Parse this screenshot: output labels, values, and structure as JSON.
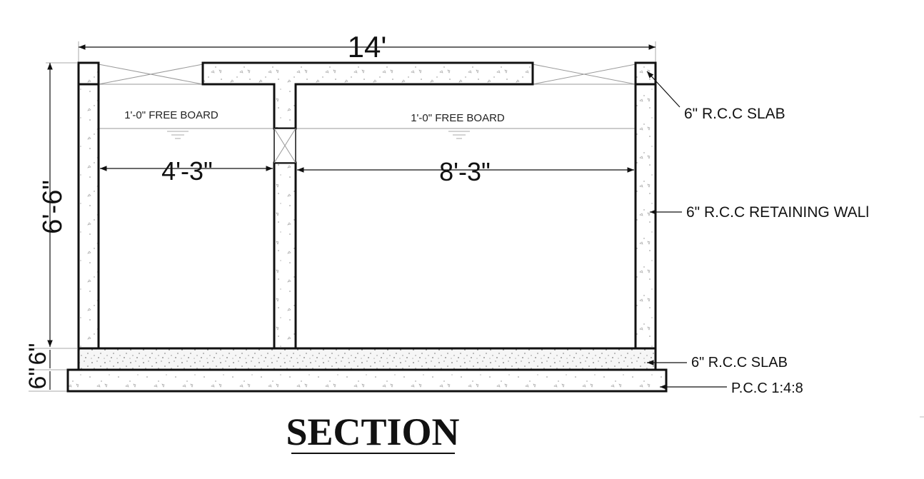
{
  "drawing": {
    "overall_width": "14'",
    "overall_height": "6'-6\"",
    "base_thickness": "6\"",
    "pcc_thickness": "6\"",
    "left_chamber_width": "4'-3\"",
    "right_chamber_width": "8'-3\"",
    "left_freeboard": "1'-0\" FREE BOARD",
    "right_freeboard": "1'-0\" FREE BOARD"
  },
  "labels": {
    "top_slab": "6\" R.C.C SLAB",
    "retaining_wall": "6\" R.C.C RETAINING WALl",
    "bottom_slab": "6\" R.C.C SLAB",
    "pcc": "P.C.C  1:4:8"
  },
  "title": "SECTION"
}
